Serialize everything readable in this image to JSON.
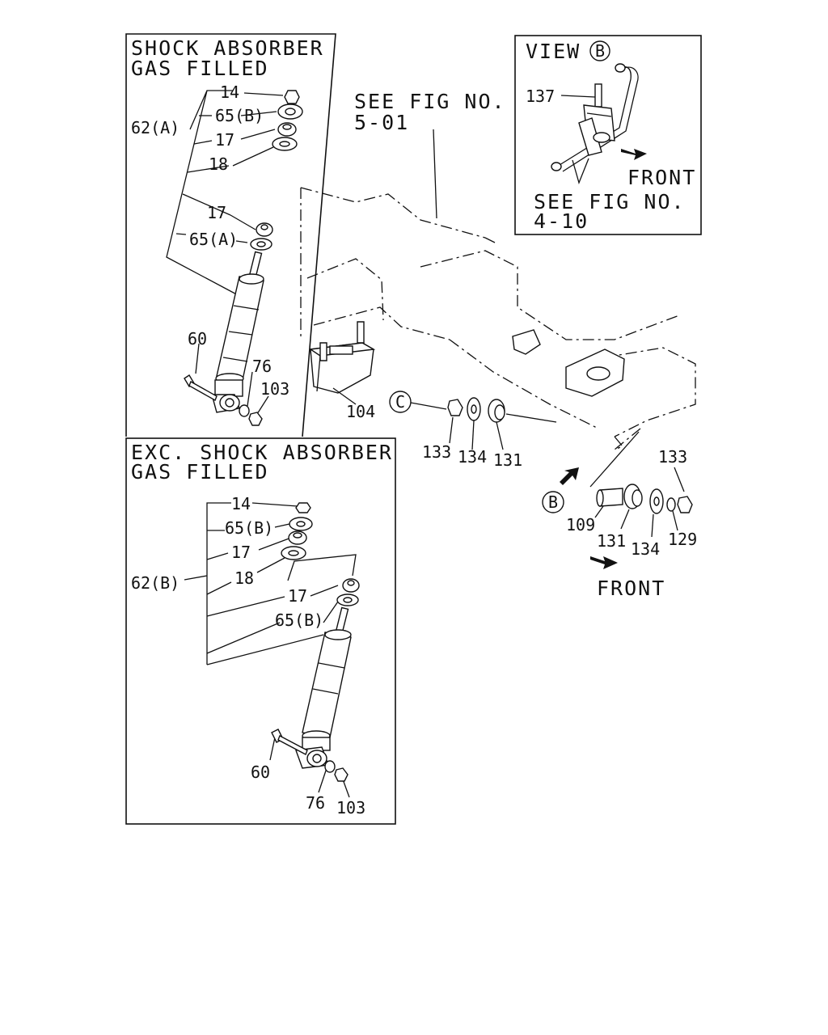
{
  "panels": {
    "gas": {
      "title1": "SHOCK ABSORBER",
      "title2": "GAS FILLED"
    },
    "exc": {
      "title1": "EXC. SHOCK ABSORBER",
      "title2": "GAS FILLED"
    },
    "view": {
      "title": "VIEW",
      "marker": "B",
      "ref1": "SEE FIG NO.",
      "ref2": "4-10",
      "front": "FRONT"
    }
  },
  "main": {
    "ref1": "SEE FIG NO.",
    "ref2": "5-01",
    "front": "FRONT"
  },
  "markers": {
    "b": "B",
    "c": "C"
  },
  "callouts": {
    "gas": {
      "p14": "14",
      "p65b": "65(B)",
      "p17a": "17",
      "p18": "18",
      "p62a": "62(A)",
      "p17b": "17",
      "p65a": "65(A)",
      "p60": "60",
      "p76": "76",
      "p103": "103"
    },
    "exc": {
      "p14": "14",
      "p65b": "65(B)",
      "p17a": "17",
      "p62b": "62(B)",
      "p18": "18",
      "p17b": "17",
      "p65b2": "65(B)",
      "p60": "60",
      "p76": "76",
      "p103": "103"
    },
    "view": {
      "p137": "137"
    },
    "main": {
      "p104": "104",
      "p133a": "133",
      "p134a": "134",
      "p131a": "131",
      "p133b": "133",
      "p109": "109",
      "p131b": "131",
      "p134b": "134",
      "p129": "129"
    }
  }
}
